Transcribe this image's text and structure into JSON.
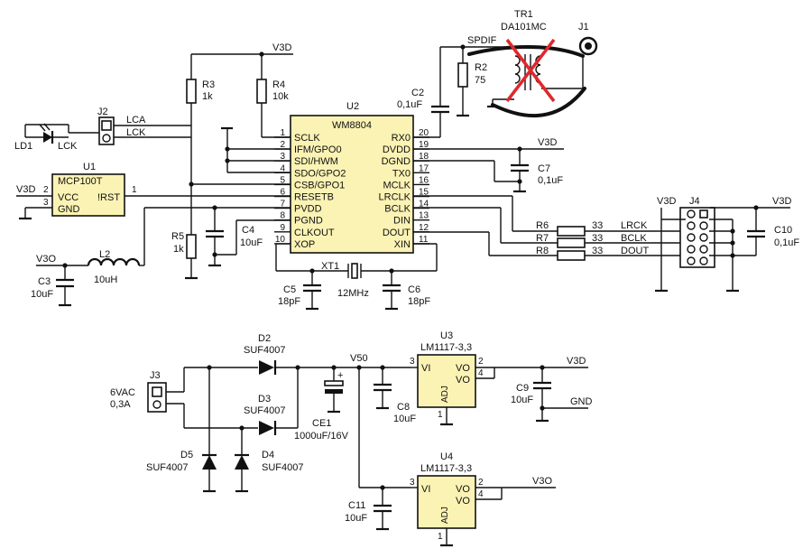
{
  "nets": {
    "v3d": "V3D",
    "v3o": "V3O",
    "v50": "V50",
    "gnd": "GND",
    "spdif": "SPDIF",
    "lca": "LCA",
    "lck": "LCK",
    "lrck": "LRCK",
    "bclk": "BCLK",
    "dout": "DOUT"
  },
  "u2": {
    "ref": "U2",
    "part": "WM8804",
    "left_pins": [
      {
        "n": "1",
        "name": "SCLK"
      },
      {
        "n": "2",
        "name": "IFM/GPO0"
      },
      {
        "n": "3",
        "name": "SDI/HWM"
      },
      {
        "n": "4",
        "name": "SDO/GPO2"
      },
      {
        "n": "5",
        "name": "CSB/GPO1"
      },
      {
        "n": "6",
        "name": "RESETB"
      },
      {
        "n": "7",
        "name": "PVDD"
      },
      {
        "n": "8",
        "name": "PGND"
      },
      {
        "n": "9",
        "name": "CLKOUT"
      },
      {
        "n": "10",
        "name": "XOP"
      }
    ],
    "right_pins": [
      {
        "n": "20",
        "name": "RX0"
      },
      {
        "n": "19",
        "name": "DVDD"
      },
      {
        "n": "18",
        "name": "DGND"
      },
      {
        "n": "17",
        "name": "TX0"
      },
      {
        "n": "16",
        "name": "MCLK"
      },
      {
        "n": "15",
        "name": "LRCLK"
      },
      {
        "n": "14",
        "name": "BCLK"
      },
      {
        "n": "13",
        "name": "DIN"
      },
      {
        "n": "12",
        "name": "DOUT"
      },
      {
        "n": "11",
        "name": "XIN"
      }
    ]
  },
  "u1": {
    "ref": "U1",
    "part": "MCP100T",
    "pin_vcc": "VCC",
    "pin_gnd": "GND",
    "pin_rst": "!RST",
    "n2": "2",
    "n3": "3",
    "n1": "1"
  },
  "u3": {
    "ref": "U3",
    "part": "LM1117-3,3",
    "vi": "VI",
    "vo1": "VO",
    "vo2": "VO",
    "adj": "ADJ",
    "n3": "3",
    "n2": "2",
    "n4": "4",
    "n1": "1"
  },
  "u4": {
    "ref": "U4",
    "part": "LM1117-3,3",
    "vi": "VI",
    "vo1": "VO",
    "vo2": "VO",
    "adj": "ADJ",
    "n3": "3",
    "n2": "2",
    "n4": "4",
    "n1": "1"
  },
  "tr1": {
    "ref": "TR1",
    "part": "DA101MC"
  },
  "j1": {
    "ref": "J1"
  },
  "j2": {
    "ref": "J2"
  },
  "j3": {
    "ref": "J3",
    "v": "6VAC",
    "i": "0,3A"
  },
  "j4": {
    "ref": "J4"
  },
  "ld1": {
    "ref": "LD1"
  },
  "r2": {
    "ref": "R2",
    "val": "75"
  },
  "r3": {
    "ref": "R3",
    "val": "1k"
  },
  "r4": {
    "ref": "R4",
    "val": "10k"
  },
  "r5": {
    "ref": "R5",
    "val": "1k"
  },
  "r6": {
    "ref": "R6",
    "val": "33"
  },
  "r7": {
    "ref": "R7",
    "val": "33"
  },
  "r8": {
    "ref": "R8",
    "val": "33"
  },
  "c2": {
    "ref": "C2",
    "val": "0,1uF"
  },
  "c3": {
    "ref": "C3",
    "val": "10uF"
  },
  "c4": {
    "ref": "C4",
    "val": "10uF"
  },
  "c5": {
    "ref": "C5",
    "val": "18pF"
  },
  "c6": {
    "ref": "C6",
    "val": "18pF"
  },
  "c7": {
    "ref": "C7",
    "val": "0,1uF"
  },
  "c8": {
    "ref": "C8",
    "val": "10uF"
  },
  "c9": {
    "ref": "C9",
    "val": "10uF"
  },
  "c10": {
    "ref": "C10",
    "val": "0,1uF"
  },
  "c11": {
    "ref": "C11",
    "val": "10uF"
  },
  "ce1": {
    "ref": "CE1",
    "val": "1000uF/16V",
    "plus": "+"
  },
  "l2": {
    "ref": "L2",
    "val": "10uH"
  },
  "xt1": {
    "ref": "XT1",
    "val": "12MHz"
  },
  "d2": {
    "ref": "D2",
    "part": "SUF4007"
  },
  "d3": {
    "ref": "D3",
    "part": "SUF4007"
  },
  "d4": {
    "ref": "D4",
    "part": "SUF4007"
  },
  "d5": {
    "ref": "D5",
    "part": "SUF4007"
  },
  "colors": {
    "ic_fill": "#fbf3b4",
    "cross": "#e0282d",
    "wire": "#111111"
  }
}
